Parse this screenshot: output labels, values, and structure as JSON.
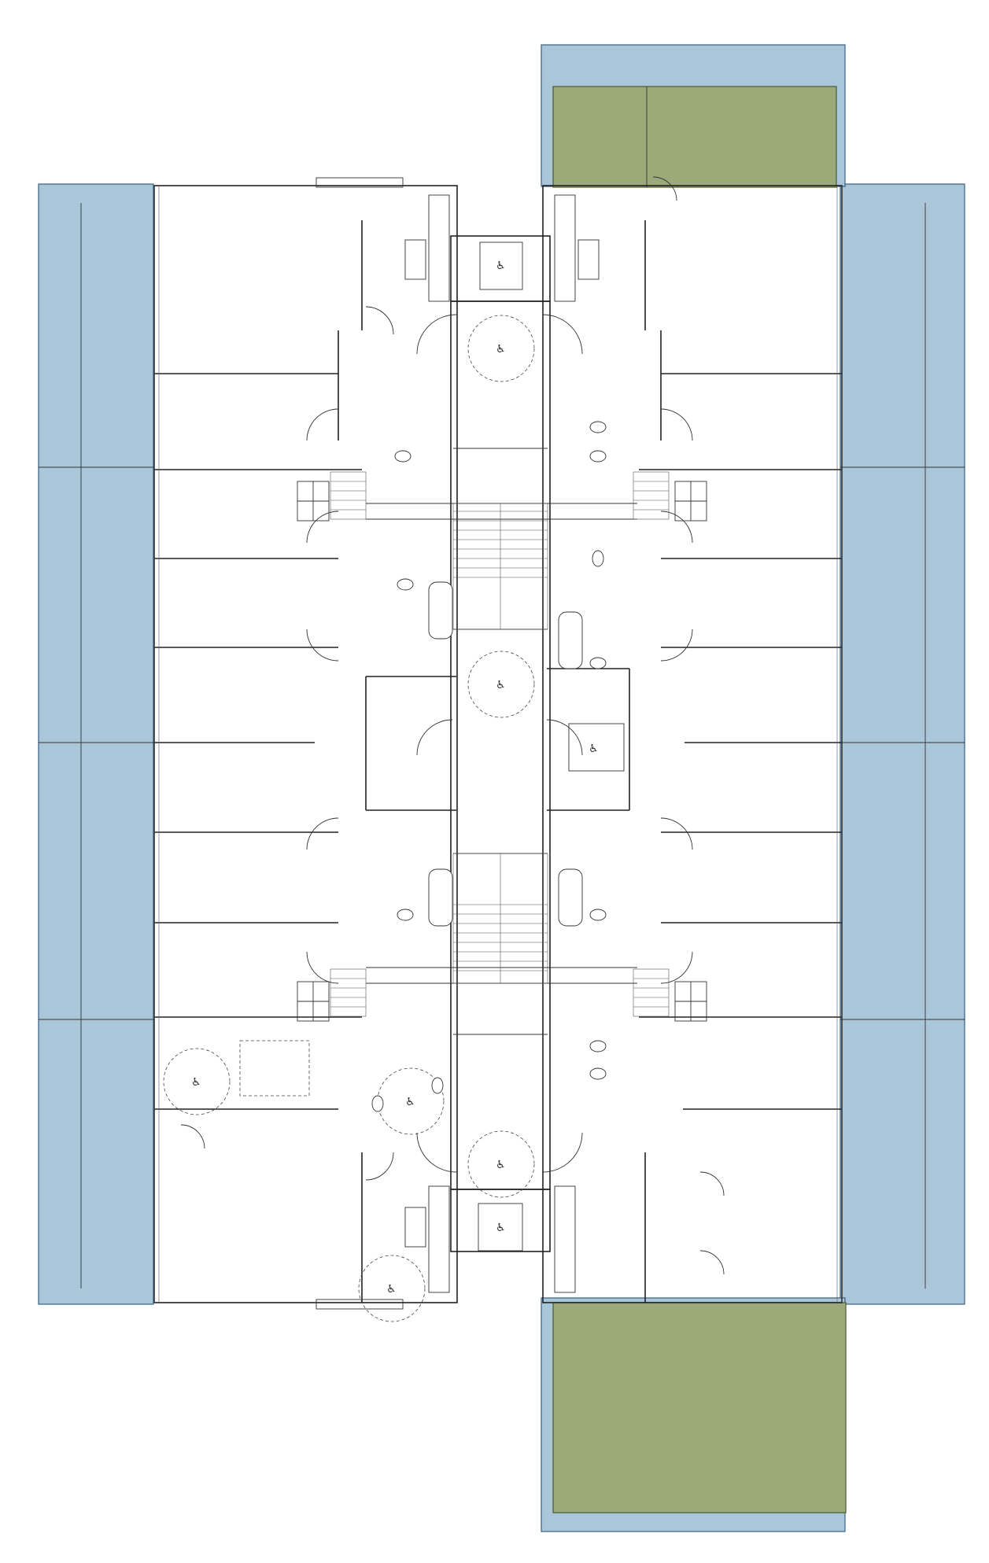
{
  "drawing": {
    "type": "floor-plan",
    "colors": {
      "background": "#ffffff",
      "balcony": "#a9c7d9",
      "terrace": "#9aaa78",
      "line": "#222222"
    },
    "zones": [
      {
        "name": "balcony-west",
        "color": "#a9c7d9"
      },
      {
        "name": "balcony-east",
        "color": "#a9c7d9"
      },
      {
        "name": "terrace-north",
        "color": "#9aaa78"
      },
      {
        "name": "terrace-south",
        "color": "#9aaa78"
      },
      {
        "name": "balcony-strip-north",
        "color": "#a9c7d9"
      },
      {
        "name": "balcony-strip-south",
        "color": "#a9c7d9"
      }
    ],
    "symbols": {
      "wheelchair": "wheelchair-icon",
      "stair": "stair-icon",
      "door": "door-swing-icon",
      "bath": "bathtub-icon",
      "toilet": "toilet-icon",
      "sink": "sink-icon",
      "kitchen": "kitchen-counter-icon",
      "window": "window-icon"
    }
  }
}
